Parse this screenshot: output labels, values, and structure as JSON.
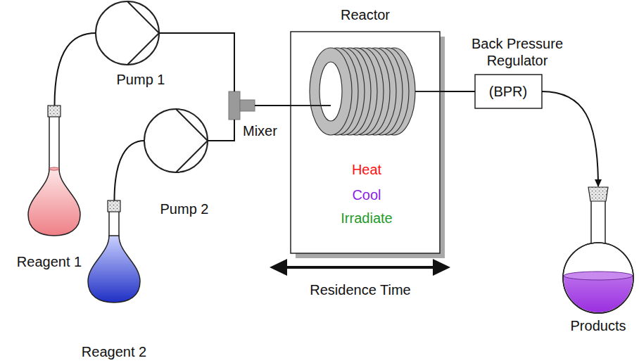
{
  "diagram": {
    "nodes": [
      {
        "text": [
          "Reagent 1"
        ]
      },
      {
        "text": [
          "Pump 1"
        ]
      },
      {
        "text": [
          "Pump 2"
        ]
      },
      {
        "text": [
          "Reagent 2"
        ]
      },
      {
        "text": [
          "Mixer"
        ]
      },
      {
        "text": [
          "Reactor",
          "Heat",
          "Cool",
          "Irradiate"
        ]
      },
      {
        "text": [
          "Back Pressure Regulator",
          "(BPR)"
        ]
      },
      {
        "text": [
          "Products"
        ]
      }
    ],
    "edges": [
      {
        "from": 0,
        "to": 1,
        "arrow": "none"
      },
      {
        "from": 3,
        "to": 2,
        "arrow": "none"
      },
      {
        "from": 1,
        "to": 4,
        "arrow": "none"
      },
      {
        "from": 2,
        "to": 4,
        "arrow": "none"
      },
      {
        "from": 4,
        "to": 5,
        "arrow": "none"
      },
      {
        "from": 5,
        "to": 6,
        "arrow": "none"
      },
      {
        "from": 6,
        "to": 7,
        "arrow": "to"
      }
    ],
    "labels": [
      "Residence Time"
    ]
  }
}
